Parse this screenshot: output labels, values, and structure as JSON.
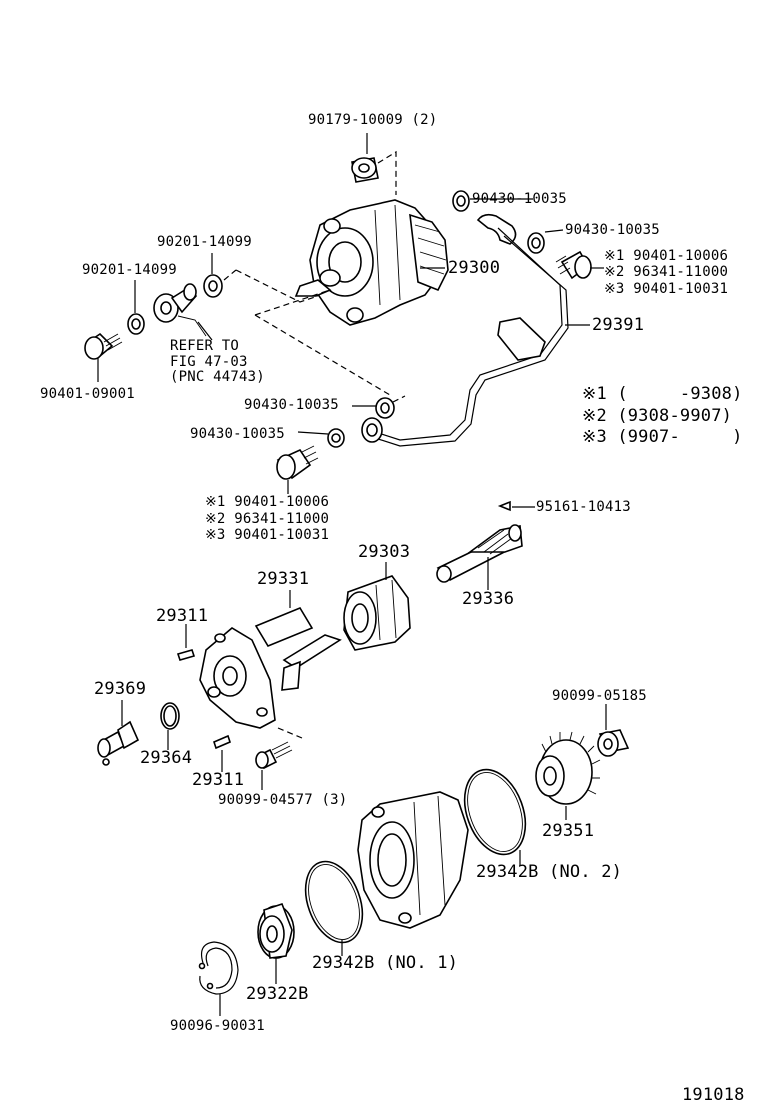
{
  "labels": {
    "l_90179": "90179-10009 (2)",
    "l_90430_a": "90430-10035",
    "l_90430_b": "90430-10035",
    "l_90201_a": "90201-14099",
    "l_90201_b": "90201-14099",
    "l_29300": "29300",
    "l_alt_1": "※1 90401-10006",
    "l_alt_2": "※2 96341-11000",
    "l_alt_3": "※3 90401-10031",
    "l_refer_1": "REFER TO",
    "l_refer_2": "FIG 47-03",
    "l_refer_3": "(PNC 44743)",
    "l_29391": "29391",
    "l_90401_09001": "90401-09001",
    "l_key_1": "※1 (     -9308)",
    "l_key_2": "※2 (9308-9907)",
    "l_key_3": "※3 (9907-     )",
    "l_90430_c": "90430-10035",
    "l_90430_d": "90430-10035",
    "l_alt_b1": "※1 90401-10006",
    "l_alt_b2": "※2 96341-11000",
    "l_alt_b3": "※3 90401-10031",
    "l_95161": "95161-10413",
    "l_29303": "29303",
    "l_29331": "29331",
    "l_29336": "29336",
    "l_29311_a": "29311",
    "l_29369": "29369",
    "l_29364": "29364",
    "l_29311_b": "29311",
    "l_90099_04577": "90099-04577 (3)",
    "l_90099_05185": "90099-05185",
    "l_29351": "29351",
    "l_29342b_2": "29342B (NO. 2)",
    "l_29342b_1": "29342B (NO. 1)",
    "l_29322b": "29322B",
    "l_90096": "90096-90031",
    "l_fig": "191018"
  }
}
